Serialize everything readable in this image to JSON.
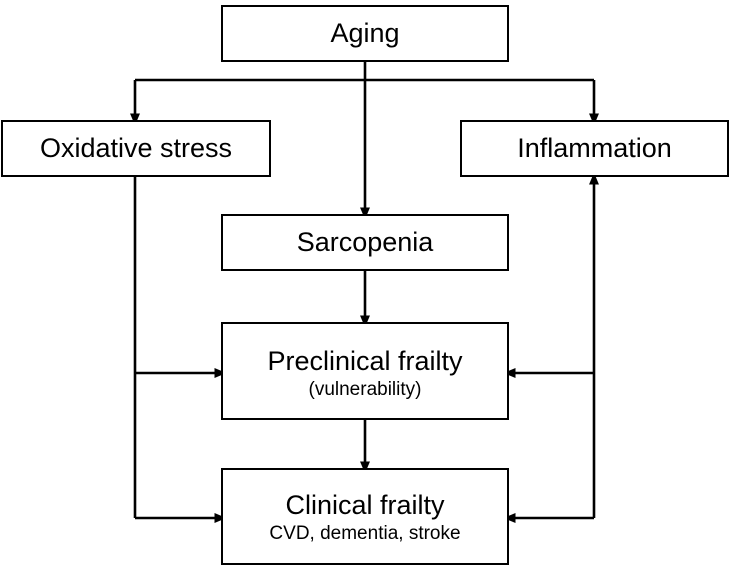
{
  "diagram": {
    "title": "Aging to frailty pathway flowchart",
    "type": "flowchart",
    "background_color": "#ffffff",
    "line_color": "#000000",
    "box_border_color": "#000000",
    "nodes": {
      "aging": {
        "label": "Aging"
      },
      "oxidative_stress": {
        "label": "Oxidative stress"
      },
      "inflammation": {
        "label": "Inflammation"
      },
      "sarcopenia": {
        "label": "Sarcopenia"
      },
      "preclinical_frailty": {
        "label": "Preclinical frailty",
        "sublabel": "(vulnerability)"
      },
      "clinical_frailty": {
        "label": "Clinical frailty",
        "sublabel": "CVD, dementia, stroke"
      }
    },
    "edges": [
      {
        "from": "aging",
        "to": "oxidative_stress",
        "style": "elbow-down-left"
      },
      {
        "from": "aging",
        "to": "inflammation",
        "style": "elbow-down-right"
      },
      {
        "from": "aging",
        "to": "sarcopenia",
        "style": "straight-down"
      },
      {
        "from": "sarcopenia",
        "to": "preclinical_frailty",
        "style": "straight-down"
      },
      {
        "from": "preclinical_frailty",
        "to": "clinical_frailty",
        "style": "straight-down"
      },
      {
        "from": "oxidative_stress",
        "to": "preclinical_frailty",
        "style": "elbow-down-right"
      },
      {
        "from": "oxidative_stress",
        "to": "clinical_frailty",
        "style": "elbow-down-right"
      },
      {
        "from": "inflammation",
        "to": "preclinical_frailty",
        "style": "elbow-down-left"
      },
      {
        "from": "inflammation",
        "to": "clinical_frailty",
        "style": "elbow-down-left"
      },
      {
        "from": "clinical_frailty",
        "to": "inflammation",
        "style": "elbow-up-right"
      }
    ]
  }
}
